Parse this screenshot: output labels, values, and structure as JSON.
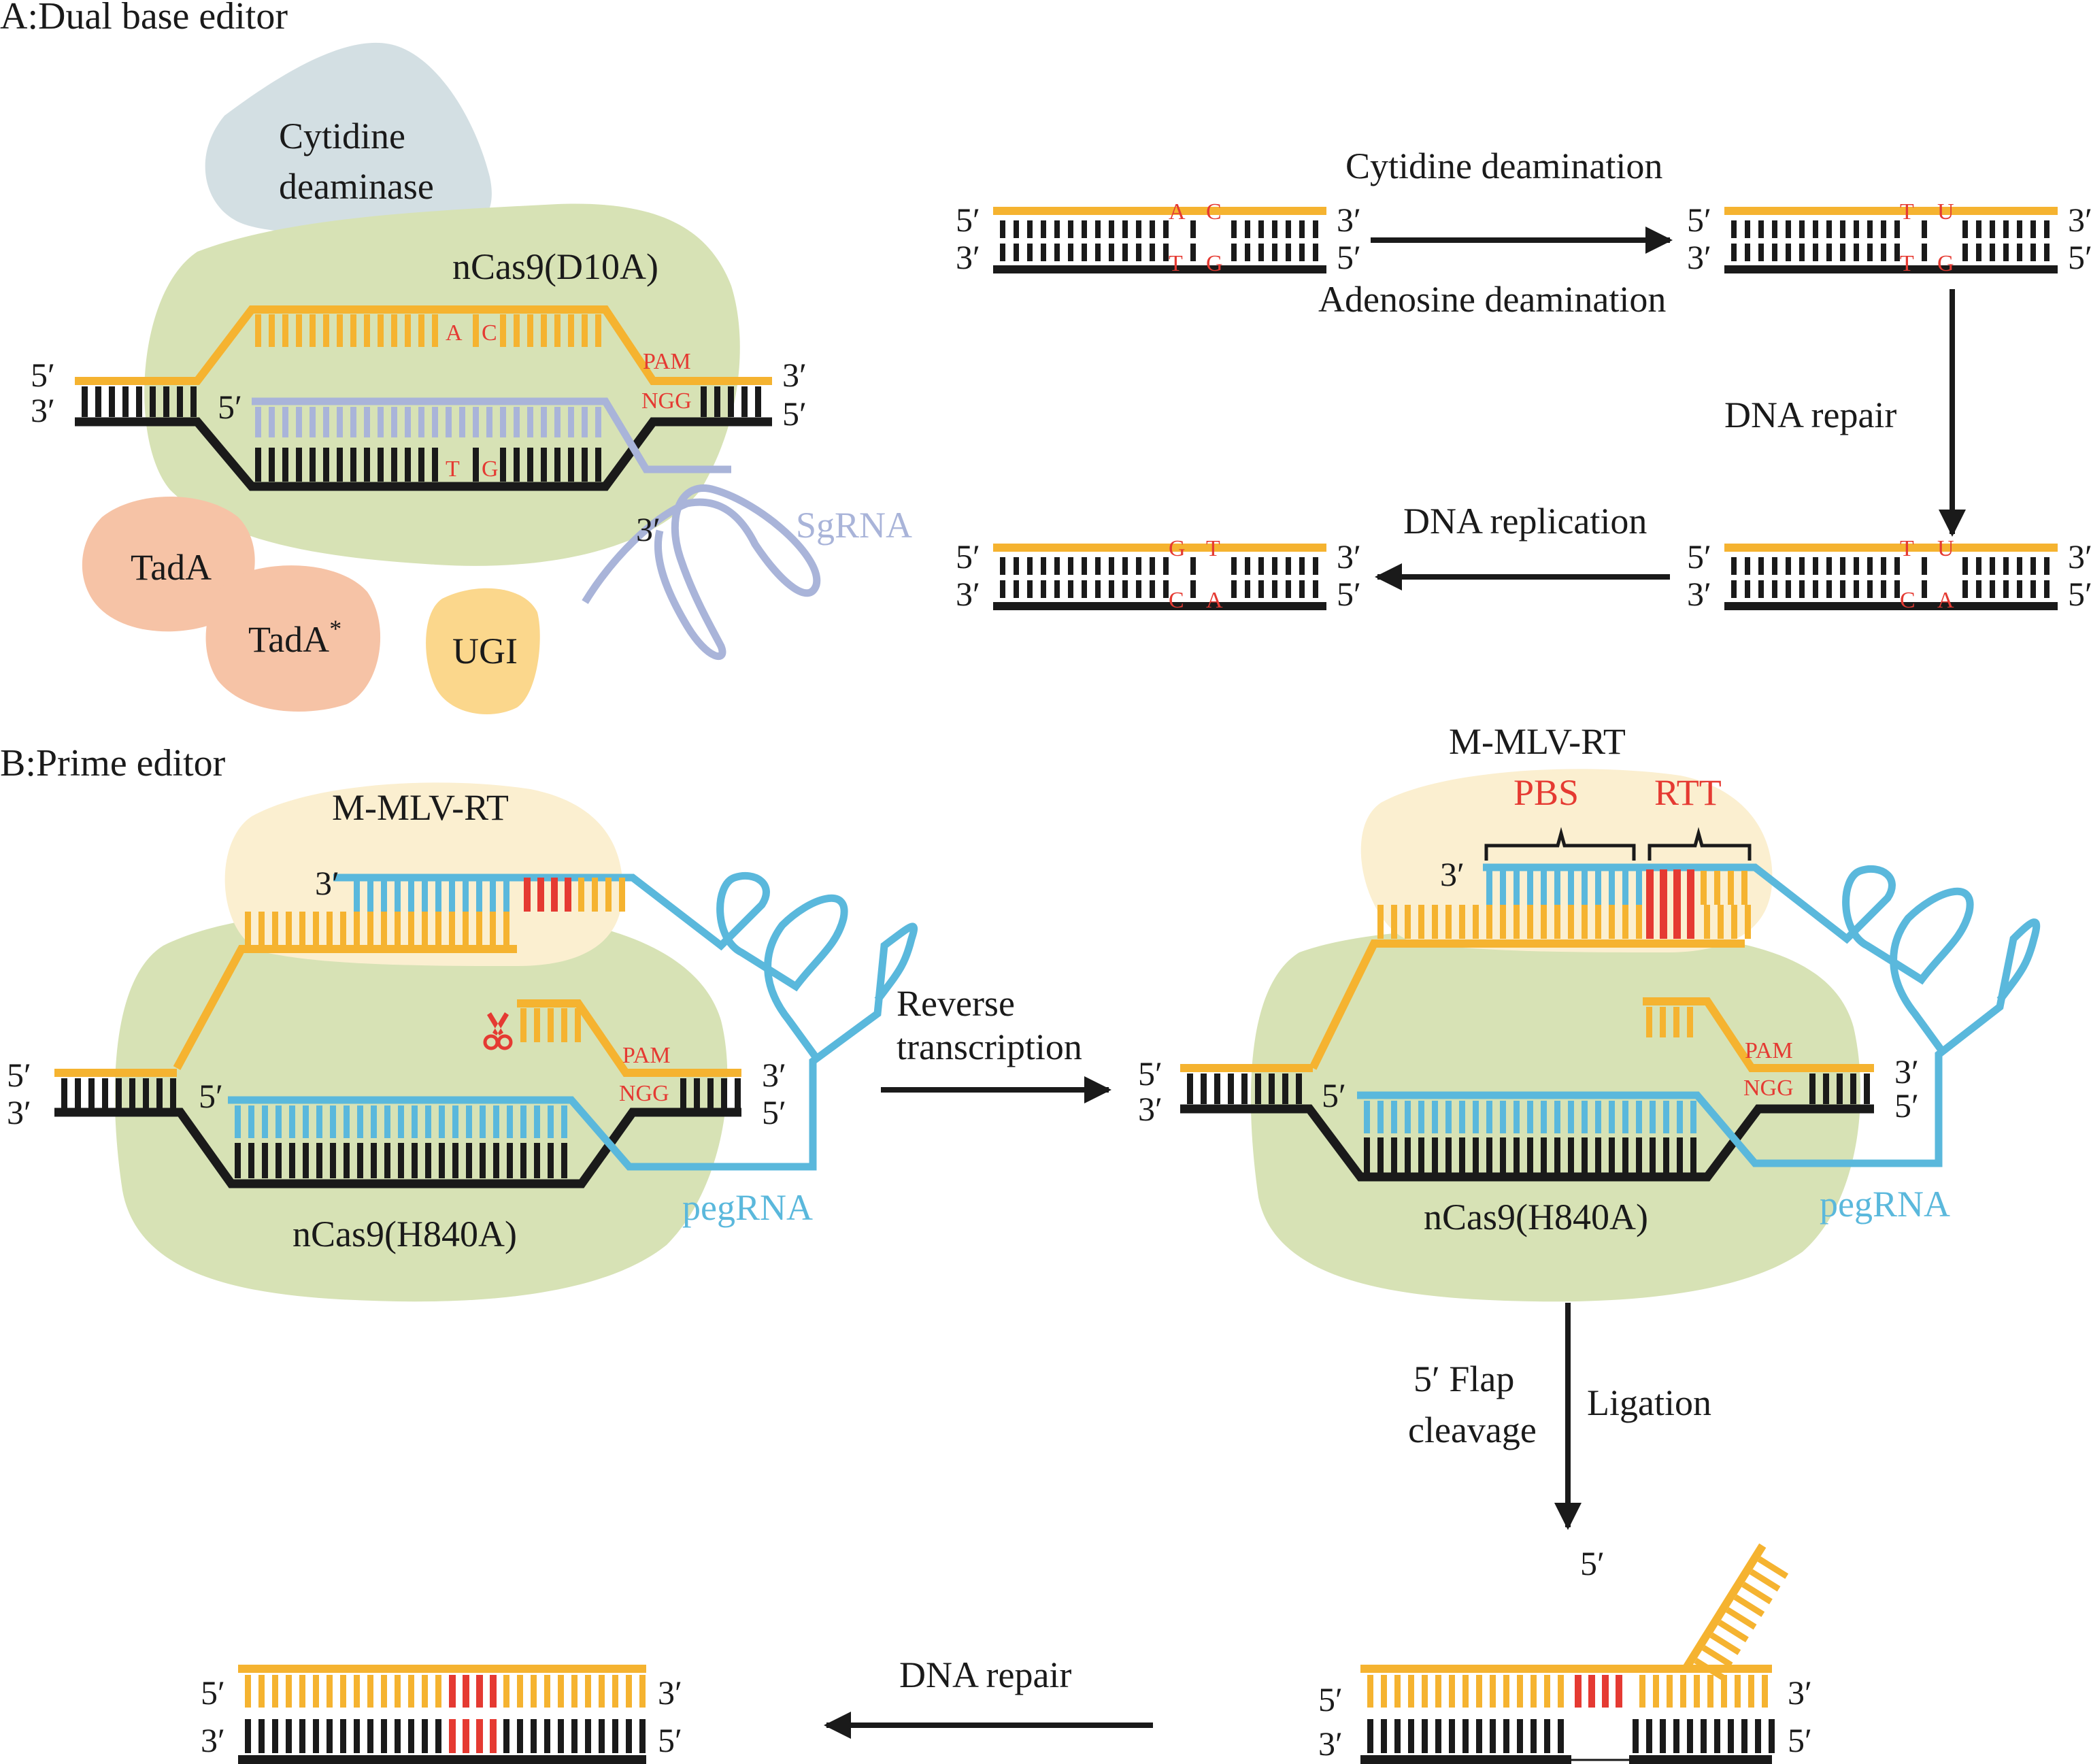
{
  "colors": {
    "orange": "#f5b330",
    "black": "#1a1a1a",
    "red": "#e53a32",
    "blue": "#5ab8dc",
    "lavender": "#a9b4d9",
    "green_blob": "#d7e2b5",
    "gray_blob": "#d3dfe3",
    "salmon_blob": "#f6c3a6",
    "ugi_blob": "#fbd78c",
    "rt_blob": "#fbefd0"
  },
  "sections": {
    "a_title": "A:Dual base editor",
    "b_title": "B:Prime editor"
  },
  "dual_base": {
    "cytidine_deaminase": [
      "Cytidine",
      "deaminase"
    ],
    "ncas9": "nCas9(D10A)",
    "tada": "TadA",
    "tada_star": "TadA",
    "tada_star_sup": "*",
    "ugi": "UGI",
    "sgrna": "SgRNA",
    "pam": "PAM",
    "ngg": "NGG",
    "bases": {
      "top": [
        "A",
        "C"
      ],
      "bottom": [
        "T",
        "G"
      ]
    },
    "steps": {
      "deamination_top": "Cytidine deamination",
      "deamination_bottom": "Adenosine deamination",
      "repair": "DNA repair",
      "replication": "DNA replication"
    },
    "duplexes": {
      "d1": {
        "top": [
          "A",
          "C"
        ],
        "bottom": [
          "T",
          "G"
        ]
      },
      "d2": {
        "top": [
          "T",
          "U"
        ],
        "bottom": [
          "T",
          "G"
        ]
      },
      "d3": {
        "top": [
          "T",
          "U"
        ],
        "bottom": [
          "C",
          "A"
        ]
      },
      "d4": {
        "top": [
          "G",
          "T"
        ],
        "bottom": [
          "C",
          "A"
        ]
      }
    }
  },
  "prime": {
    "mmlv_rt": "M-MLV-RT",
    "ncas9": "nCas9(H840A)",
    "pegrna": "pegRNA",
    "pam": "PAM",
    "ngg": "NGG",
    "pbs": "PBS",
    "rtt": "RTT",
    "reverse_transcription": [
      "Reverse",
      "transcription"
    ],
    "flap_cleavage": [
      "5′  Flap",
      "cleavage"
    ],
    "ligation": "Ligation",
    "dna_repair": "DNA repair"
  },
  "ends": {
    "five": "5′",
    "three": "3′"
  }
}
